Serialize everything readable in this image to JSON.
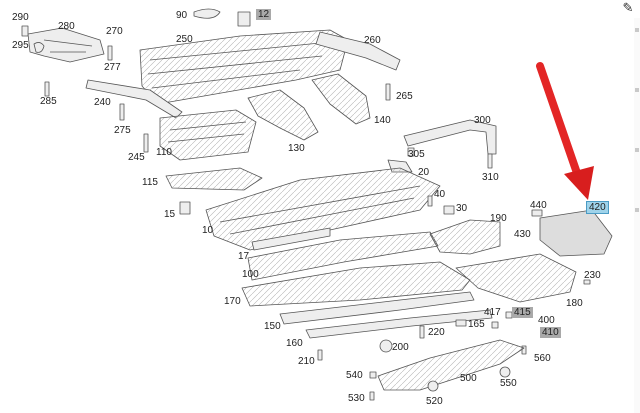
{
  "toolbar": {
    "edit_icon": "pencil-edit-icon",
    "edit_glyph": "✎"
  },
  "colors": {
    "part_fill": "#eeeeee",
    "part_stroke": "#555555",
    "arrow": "#e32626",
    "highlight_gray": "#a9a9a9",
    "highlight_blue": "#9fd3ea"
  },
  "highlights": {
    "gray": [
      "12",
      "415",
      "410"
    ],
    "blue": [
      "420"
    ]
  },
  "labels": {
    "p290": "290",
    "p280": "280",
    "p295": "295",
    "p270": "270",
    "p277": "277",
    "p285": "285",
    "p90": "90",
    "p12": "12",
    "p250": "250",
    "p260": "260",
    "p265": "265",
    "p240": "240",
    "p275": "275",
    "p245": "245",
    "p110": "110",
    "p130": "130",
    "p140": "140",
    "p300": "300",
    "p305": "305",
    "p310": "310",
    "p20": "20",
    "p115": "115",
    "p15": "15",
    "p40": "40",
    "p30": "30",
    "p10": "10",
    "p440": "440",
    "p420": "420",
    "p430": "430",
    "p190": "190",
    "p17": "17",
    "p100": "100",
    "p170": "170",
    "p230": "230",
    "p180": "180",
    "p417": "417",
    "p415": "415",
    "p400": "400",
    "p410": "410",
    "p165": "165",
    "p150": "150",
    "p220": "220",
    "p160": "160",
    "p200": "200",
    "p210": "210",
    "p560": "560",
    "p540": "540",
    "p500": "500",
    "p550": "550",
    "p530": "530",
    "p520": "520"
  }
}
